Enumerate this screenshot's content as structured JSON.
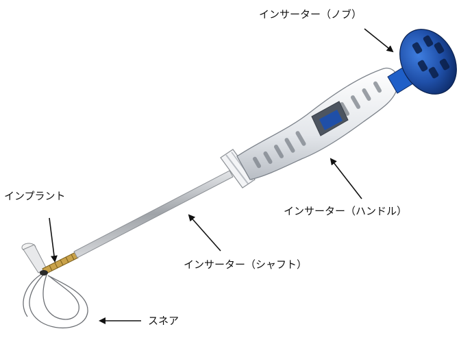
{
  "labels": {
    "knob": "インサーター（ノブ）",
    "handle": "インサーター（ハンドル）",
    "shaft": "インサーター（シャフト）",
    "implant": "インプラント",
    "snare": "スネア"
  },
  "colors": {
    "knob": "#1f4fa8",
    "handle": "#e9ecef",
    "shaft": "#b9bcc0",
    "implant": "#c9a24a",
    "arrow": "#111111"
  }
}
